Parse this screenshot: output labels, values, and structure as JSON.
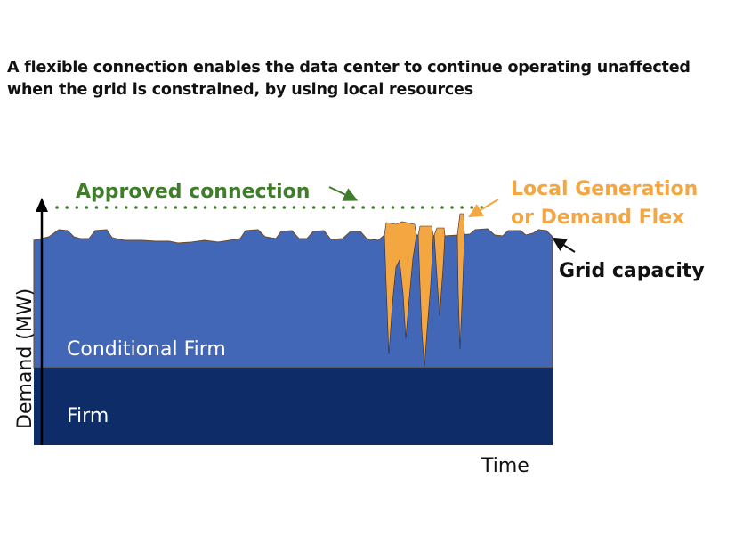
{
  "title_line1": "A flexible connection enables the data center to continue operating unaffected",
  "title_line2": "when the grid is constrained, by using local resources",
  "labels": {
    "approved_connection": "Approved connection",
    "local_generation_line1": "Local Generation",
    "local_generation_line2": "or Demand Flex",
    "grid_capacity": "Grid capacity",
    "conditional_firm": "Conditional Firm",
    "firm": "Firm",
    "y_axis": "Demand (MW)",
    "x_axis": "Time"
  },
  "colors": {
    "conditional_firm": "#4267b6",
    "firm": "#0d2c68",
    "local_generation": "#f4a641",
    "approved_connection": "#3f7d2b",
    "grid_capacity": "#111111"
  }
}
